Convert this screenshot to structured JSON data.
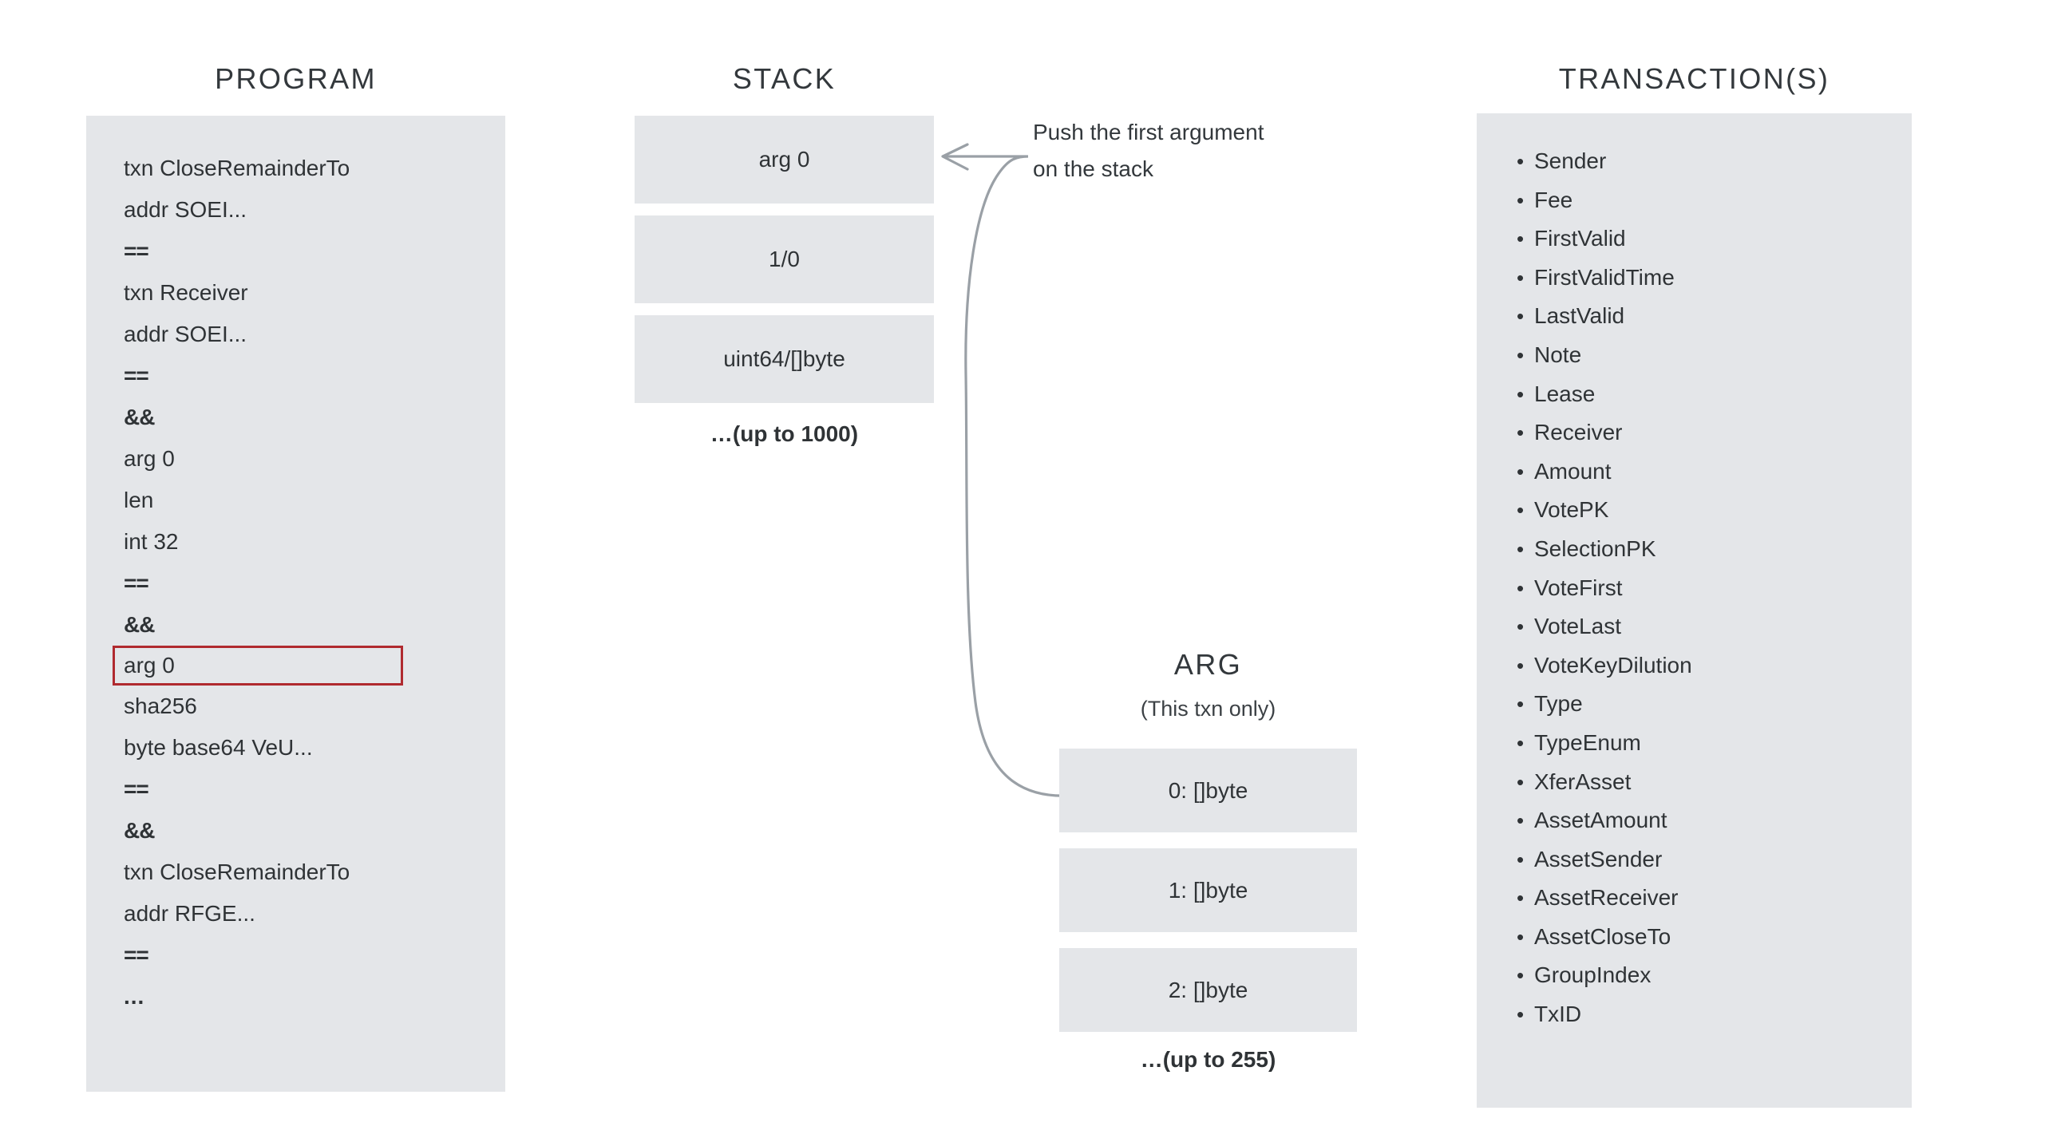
{
  "program": {
    "title": "PROGRAM",
    "lines": [
      {
        "text": "txn CloseRemainderTo",
        "style": "normal",
        "highlight": false
      },
      {
        "text": "addr SOEI...",
        "style": "normal",
        "highlight": false
      },
      {
        "text": "==",
        "style": "op",
        "highlight": false
      },
      {
        "text": "txn Receiver",
        "style": "normal",
        "highlight": false
      },
      {
        "text": "addr SOEI...",
        "style": "normal",
        "highlight": false
      },
      {
        "text": "==",
        "style": "op",
        "highlight": false
      },
      {
        "text": "&&",
        "style": "op",
        "highlight": false
      },
      {
        "text": "arg 0",
        "style": "normal",
        "highlight": false
      },
      {
        "text": "len",
        "style": "normal",
        "highlight": false
      },
      {
        "text": "int 32",
        "style": "normal",
        "highlight": false
      },
      {
        "text": "==",
        "style": "op",
        "highlight": false
      },
      {
        "text": "&&",
        "style": "op",
        "highlight": false
      },
      {
        "text": "arg 0",
        "style": "normal",
        "highlight": true
      },
      {
        "text": "sha256",
        "style": "normal",
        "highlight": false
      },
      {
        "text": "byte base64 VeU...",
        "style": "normal",
        "highlight": false
      },
      {
        "text": "==",
        "style": "op",
        "highlight": false
      },
      {
        "text": "&&",
        "style": "op",
        "highlight": false
      },
      {
        "text": "txn CloseRemainderTo",
        "style": "normal",
        "highlight": false
      },
      {
        "text": "addr RFGE...",
        "style": "normal",
        "highlight": false
      },
      {
        "text": "==",
        "style": "op",
        "highlight": false
      },
      {
        "text": "...",
        "style": "ellipsis",
        "highlight": false
      }
    ],
    "highlight_color": "#b02a2f"
  },
  "stack": {
    "title": "STACK",
    "cells": [
      {
        "label": "arg 0"
      },
      {
        "label": "1/0"
      },
      {
        "label": "uint64/[]byte"
      }
    ],
    "caption": "…(up to 1000)"
  },
  "arg": {
    "title": "ARG",
    "subtitle": "(This txn only)",
    "cells": [
      {
        "label": "0: []byte"
      },
      {
        "label": "1: []byte"
      },
      {
        "label": "2: []byte"
      }
    ],
    "caption": "…(up to 255)"
  },
  "annotation": {
    "line1": "Push the first argument",
    "line2": "on the stack"
  },
  "transactions": {
    "title": "TRANSACTION(S)",
    "bullet": "•",
    "fields": [
      "Sender",
      "Fee",
      "FirstValid",
      "FirstValidTime",
      "LastValid",
      "Note",
      "Lease",
      "Receiver",
      "Amount",
      "VotePK",
      "SelectionPK",
      "VoteFirst",
      "VoteLast",
      "VoteKeyDilution",
      "Type",
      "TypeEnum",
      "XferAsset",
      "AssetAmount",
      "AssetSender",
      "AssetReceiver",
      "AssetCloseTo",
      "GroupIndex",
      "TxID"
    ]
  },
  "colors": {
    "panel_fill": "#e4e6e9",
    "cell_fill": "#e4e6e9",
    "text": "#2f3336",
    "arrow": "#9aa0a6",
    "highlight_border": "#b02a2f",
    "background": "#ffffff"
  }
}
